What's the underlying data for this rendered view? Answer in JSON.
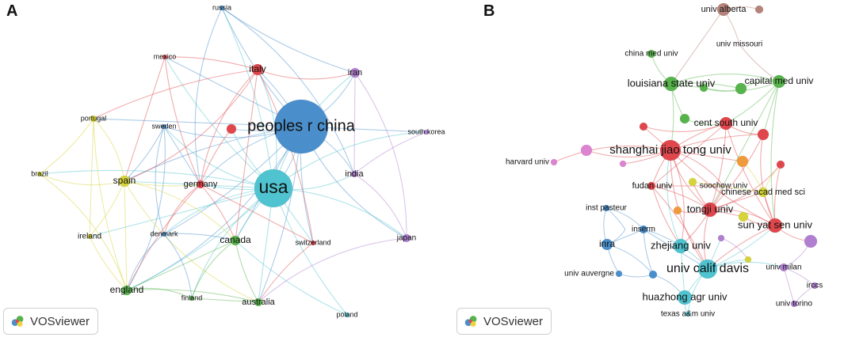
{
  "panels": [
    {
      "letter": "A",
      "badge_label": "VOSviewer",
      "colors": {
        "blue": "#4a8fcc",
        "cyan": "#4fc3cf",
        "red": "#e0474c",
        "green": "#57b34b",
        "yellow": "#d6d43a",
        "purple": "#b07fd0",
        "orange": "#f09a3c",
        "pink": "#dd84d0",
        "brown": "#b5837a"
      },
      "nodes": [
        {
          "id": "china",
          "label": "peoples r china",
          "color": "blue"
        },
        {
          "id": "usa",
          "label": "usa",
          "color": "cyan"
        },
        {
          "id": "russia",
          "label": "russia",
          "color": "blue"
        },
        {
          "id": "mexico",
          "label": "mexico",
          "color": "red"
        },
        {
          "id": "italy",
          "label": "italy",
          "color": "red"
        },
        {
          "id": "iran",
          "label": "iran",
          "color": "purple"
        },
        {
          "id": "portugal",
          "label": "portugal",
          "color": "yellow"
        },
        {
          "id": "sweden",
          "label": "sweden",
          "color": "blue"
        },
        {
          "id": "redunl",
          "label": "",
          "color": "red"
        },
        {
          "id": "southkorea",
          "label": "south korea",
          "color": "purple"
        },
        {
          "id": "brazil",
          "label": "brazil",
          "color": "yellow"
        },
        {
          "id": "spain",
          "label": "spain",
          "color": "yellow"
        },
        {
          "id": "germany",
          "label": "germany",
          "color": "red"
        },
        {
          "id": "india",
          "label": "india",
          "color": "purple"
        },
        {
          "id": "ireland",
          "label": "ireland",
          "color": "yellow"
        },
        {
          "id": "denmark",
          "label": "denmark",
          "color": "blue"
        },
        {
          "id": "canada",
          "label": "canada",
          "color": "green"
        },
        {
          "id": "switzerland",
          "label": "switzerland",
          "color": "red"
        },
        {
          "id": "japan",
          "label": "japan",
          "color": "purple"
        },
        {
          "id": "england",
          "label": "england",
          "color": "green"
        },
        {
          "id": "finland",
          "label": "finland",
          "color": "green"
        },
        {
          "id": "australia",
          "label": "australia",
          "color": "green"
        },
        {
          "id": "poland",
          "label": "poland",
          "color": "cyan"
        }
      ],
      "edges": [
        [
          "china",
          "usa"
        ],
        [
          "china",
          "russia"
        ],
        [
          "china",
          "mexico"
        ],
        [
          "china",
          "italy"
        ],
        [
          "china",
          "iran"
        ],
        [
          "china",
          "sweden"
        ],
        [
          "china",
          "redunl"
        ],
        [
          "china",
          "southkorea"
        ],
        [
          "china",
          "spain"
        ],
        [
          "china",
          "germany"
        ],
        [
          "china",
          "india"
        ],
        [
          "china",
          "denmark"
        ],
        [
          "china",
          "canada"
        ],
        [
          "china",
          "switzerland"
        ],
        [
          "china",
          "japan"
        ],
        [
          "china",
          "england"
        ],
        [
          "china",
          "australia"
        ],
        [
          "china",
          "portugal"
        ],
        [
          "usa",
          "russia"
        ],
        [
          "usa",
          "italy"
        ],
        [
          "usa",
          "iran"
        ],
        [
          "usa",
          "germany"
        ],
        [
          "usa",
          "spain"
        ],
        [
          "usa",
          "canada"
        ],
        [
          "usa",
          "india"
        ],
        [
          "usa",
          "japan"
        ],
        [
          "usa",
          "england"
        ],
        [
          "usa",
          "australia"
        ],
        [
          "usa",
          "poland"
        ],
        [
          "usa",
          "denmark"
        ],
        [
          "usa",
          "southkorea"
        ],
        [
          "usa",
          "mexico"
        ],
        [
          "usa",
          "switzerland"
        ],
        [
          "usa",
          "brazil"
        ],
        [
          "usa",
          "finland"
        ],
        [
          "usa",
          "sweden"
        ],
        [
          "usa",
          "redunl"
        ],
        [
          "usa",
          "ireland"
        ],
        [
          "russia",
          "iran"
        ],
        [
          "russia",
          "germany"
        ],
        [
          "russia",
          "india"
        ],
        [
          "mexico",
          "italy"
        ],
        [
          "mexico",
          "spain"
        ],
        [
          "mexico",
          "germany"
        ],
        [
          "italy",
          "germany"
        ],
        [
          "italy",
          "spain"
        ],
        [
          "italy",
          "switzerland"
        ],
        [
          "italy",
          "canada"
        ],
        [
          "italy",
          "portugal"
        ],
        [
          "italy",
          "iran"
        ],
        [
          "portugal",
          "spain"
        ],
        [
          "portugal",
          "brazil"
        ],
        [
          "portugal",
          "ireland"
        ],
        [
          "portugal",
          "england"
        ],
        [
          "sweden",
          "denmark"
        ],
        [
          "sweden",
          "england"
        ],
        [
          "sweden",
          "spain"
        ],
        [
          "sweden",
          "germany"
        ],
        [
          "redunl",
          "germany"
        ],
        [
          "brazil",
          "spain"
        ],
        [
          "brazil",
          "england"
        ],
        [
          "spain",
          "ireland"
        ],
        [
          "spain",
          "england"
        ],
        [
          "spain",
          "germany"
        ],
        [
          "spain",
          "australia"
        ],
        [
          "spain",
          "canada"
        ],
        [
          "germany",
          "canada"
        ],
        [
          "germany",
          "switzerland"
        ],
        [
          "germany",
          "england"
        ],
        [
          "germany",
          "denmark"
        ],
        [
          "india",
          "japan"
        ],
        [
          "india",
          "southkorea"
        ],
        [
          "india",
          "iran"
        ],
        [
          "ireland",
          "england"
        ],
        [
          "denmark",
          "england"
        ],
        [
          "denmark",
          "finland"
        ],
        [
          "denmark",
          "canada"
        ],
        [
          "canada",
          "england"
        ],
        [
          "canada",
          "australia"
        ],
        [
          "canada",
          "finland"
        ],
        [
          "england",
          "finland"
        ],
        [
          "england",
          "australia"
        ],
        [
          "finland",
          "australia"
        ],
        [
          "switzerland",
          "australia"
        ],
        [
          "japan",
          "australia"
        ],
        [
          "iran",
          "japan"
        ],
        [
          "poland",
          "canada"
        ]
      ]
    },
    {
      "letter": "B",
      "badge_label": "VOSviewer",
      "nodes": [
        {
          "id": "alberta",
          "label": "univ alberta",
          "color": "brown"
        },
        {
          "id": "alberta2",
          "label": "",
          "color": "brown"
        },
        {
          "id": "missouri",
          "label": "univ missouri",
          "color": "brown"
        },
        {
          "id": "chinamed",
          "label": "china med univ",
          "color": "green"
        },
        {
          "id": "lsu",
          "label": "louisiana state univ",
          "color": "green"
        },
        {
          "id": "capital",
          "label": "capital med univ",
          "color": "green"
        },
        {
          "id": "g1",
          "label": "",
          "color": "green"
        },
        {
          "id": "g2",
          "label": "",
          "color": "green"
        },
        {
          "id": "g3",
          "label": "",
          "color": "green"
        },
        {
          "id": "centsouth",
          "label": "cent south univ",
          "color": "red"
        },
        {
          "id": "r1",
          "label": "",
          "color": "red"
        },
        {
          "id": "r2",
          "label": "",
          "color": "red"
        },
        {
          "id": "r3",
          "label": "",
          "color": "red"
        },
        {
          "id": "r4",
          "label": "",
          "color": "red"
        },
        {
          "id": "sjtu",
          "label": "shanghai jiao tong univ",
          "color": "red"
        },
        {
          "id": "harvard",
          "label": "harvard univ",
          "color": "pink"
        },
        {
          "id": "p1",
          "label": "",
          "color": "pink"
        },
        {
          "id": "p2",
          "label": "",
          "color": "pink"
        },
        {
          "id": "soochow",
          "label": "soochow univ",
          "color": "yellow"
        },
        {
          "id": "y1",
          "label": "",
          "color": "yellow"
        },
        {
          "id": "y2",
          "label": "",
          "color": "yellow"
        },
        {
          "id": "y3",
          "label": "",
          "color": "yellow"
        },
        {
          "id": "o1",
          "label": "",
          "color": "orange"
        },
        {
          "id": "o2",
          "label": "",
          "color": "orange"
        },
        {
          "id": "fudan",
          "label": "fudan univ",
          "color": "red"
        },
        {
          "id": "cas",
          "label": "chinese acad med sci",
          "color": "yellow"
        },
        {
          "id": "tongji",
          "label": "tongji univ",
          "color": "red"
        },
        {
          "id": "sysu",
          "label": "sun yat sen univ",
          "color": "red"
        },
        {
          "id": "pasteur",
          "label": "inst pasteur",
          "color": "blue"
        },
        {
          "id": "inserm",
          "label": "inserm",
          "color": "blue"
        },
        {
          "id": "inra",
          "label": "inra",
          "color": "blue"
        },
        {
          "id": "b1",
          "label": "",
          "color": "blue"
        },
        {
          "id": "b2",
          "label": "",
          "color": "blue"
        },
        {
          "id": "zhejiang",
          "label": "zhejiang univ",
          "color": "cyan"
        },
        {
          "id": "ucdavis",
          "label": "univ calif davis",
          "color": "cyan"
        },
        {
          "id": "auvergne",
          "label": "univ auvergne",
          "color": "blue"
        },
        {
          "id": "huazhong",
          "label": "huazhong agr univ",
          "color": "cyan"
        },
        {
          "id": "texas",
          "label": "texas a&m univ",
          "color": "cyan"
        },
        {
          "id": "milan",
          "label": "univ milan",
          "color": "purple"
        },
        {
          "id": "irccs",
          "label": "irccs",
          "color": "purple"
        },
        {
          "id": "torino",
          "label": "univ torino",
          "color": "purple"
        },
        {
          "id": "pu1",
          "label": "",
          "color": "purple"
        },
        {
          "id": "pu2",
          "label": "",
          "color": "purple"
        }
      ],
      "edges": [
        [
          "alberta",
          "alberta2"
        ],
        [
          "alberta",
          "missouri"
        ],
        [
          "alberta",
          "lsu"
        ],
        [
          "missouri",
          "capital"
        ],
        [
          "chinamed",
          "lsu"
        ],
        [
          "lsu",
          "capital"
        ],
        [
          "lsu",
          "g1"
        ],
        [
          "lsu",
          "g2"
        ],
        [
          "lsu",
          "g3"
        ],
        [
          "capital",
          "g1"
        ],
        [
          "capital",
          "g2"
        ],
        [
          "capital",
          "centsouth"
        ],
        [
          "capital",
          "r1"
        ],
        [
          "capital",
          "sysu"
        ],
        [
          "g3",
          "centsouth"
        ],
        [
          "g1",
          "g2"
        ],
        [
          "lsu",
          "sjtu"
        ],
        [
          "capital",
          "tongji"
        ],
        [
          "centsouth",
          "sjtu"
        ],
        [
          "centsouth",
          "r1"
        ],
        [
          "centsouth",
          "r2"
        ],
        [
          "centsouth",
          "tongji"
        ],
        [
          "centsouth",
          "fudan"
        ],
        [
          "centsouth",
          "sysu"
        ],
        [
          "sjtu",
          "harvard"
        ],
        [
          "sjtu",
          "p1"
        ],
        [
          "sjtu",
          "p2"
        ],
        [
          "sjtu",
          "r2"
        ],
        [
          "sjtu",
          "fudan"
        ],
        [
          "sjtu",
          "tongji"
        ],
        [
          "sjtu",
          "soochow"
        ],
        [
          "sjtu",
          "r1"
        ],
        [
          "sjtu",
          "o1"
        ],
        [
          "sjtu",
          "sysu"
        ],
        [
          "sjtu",
          "ucdavis"
        ],
        [
          "sjtu",
          "zhejiang"
        ],
        [
          "fudan",
          "tongji"
        ],
        [
          "fudan",
          "soochow"
        ],
        [
          "fudan",
          "zhejiang"
        ],
        [
          "fudan",
          "r3"
        ],
        [
          "tongji",
          "sysu"
        ],
        [
          "tongji",
          "zhejiang"
        ],
        [
          "tongji",
          "cas"
        ],
        [
          "tongji",
          "soochow"
        ],
        [
          "tongji",
          "ucdavis"
        ],
        [
          "tongji",
          "o2"
        ],
        [
          "tongji",
          "y1"
        ],
        [
          "tongji",
          "y2"
        ],
        [
          "tongji",
          "r1"
        ],
        [
          "tongji",
          "r4"
        ],
        [
          "sysu",
          "r1"
        ],
        [
          "sysu",
          "r4"
        ],
        [
          "sysu",
          "cas"
        ],
        [
          "sysu",
          "ucdavis"
        ],
        [
          "sysu",
          "pu1"
        ],
        [
          "sysu",
          "y2"
        ],
        [
          "cas",
          "r4"
        ],
        [
          "cas",
          "y1"
        ],
        [
          "cas",
          "o1"
        ],
        [
          "pasteur",
          "inra"
        ],
        [
          "pasteur",
          "inserm"
        ],
        [
          "pasteur",
          "b1"
        ],
        [
          "inra",
          "inserm"
        ],
        [
          "inra",
          "auvergne"
        ],
        [
          "inra",
          "b1"
        ],
        [
          "inra",
          "b2"
        ],
        [
          "inserm",
          "zhejiang"
        ],
        [
          "inserm",
          "ucdavis"
        ],
        [
          "inserm",
          "b2"
        ],
        [
          "auvergne",
          "b2"
        ],
        [
          "b2",
          "huazhong"
        ],
        [
          "zhejiang",
          "ucdavis"
        ],
        [
          "zhejiang",
          "huazhong"
        ],
        [
          "ucdavis",
          "huazhong"
        ],
        [
          "ucdavis",
          "texas"
        ],
        [
          "ucdavis",
          "milan"
        ],
        [
          "ucdavis",
          "y3"
        ],
        [
          "ucdavis",
          "pu2"
        ],
        [
          "ucdavis",
          "sysu"
        ],
        [
          "huazhong",
          "texas"
        ],
        [
          "zhejiang",
          "sjtu"
        ],
        [
          "milan",
          "irccs"
        ],
        [
          "milan",
          "torino"
        ],
        [
          "irccs",
          "torino"
        ],
        [
          "milan",
          "pu1"
        ],
        [
          "pu2",
          "y3"
        ],
        [
          "r3",
          "ucdavis"
        ]
      ]
    }
  ]
}
